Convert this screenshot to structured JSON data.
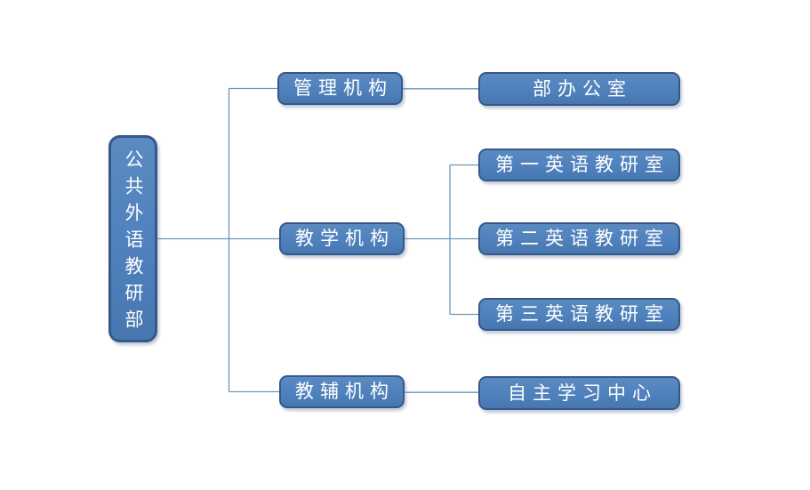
{
  "org_chart": {
    "type": "organization-chart",
    "root": {
      "label": "公共外语教研部"
    },
    "branches": [
      {
        "label": "管理机构",
        "children": [
          {
            "label": "部办公室"
          }
        ]
      },
      {
        "label": "教学机构",
        "children": [
          {
            "label": "第一英语教研室"
          },
          {
            "label": "第二英语教研室"
          },
          {
            "label": "第三英语教研室"
          }
        ]
      },
      {
        "label": "教辅机构",
        "children": [
          {
            "label": "自主学习中心"
          }
        ]
      }
    ]
  },
  "colors": {
    "background": "#ffffff",
    "node_fill": "#4f81bd",
    "node_border": "#34598a",
    "node_text": "#ffffff",
    "connector": "#6d96bb"
  }
}
